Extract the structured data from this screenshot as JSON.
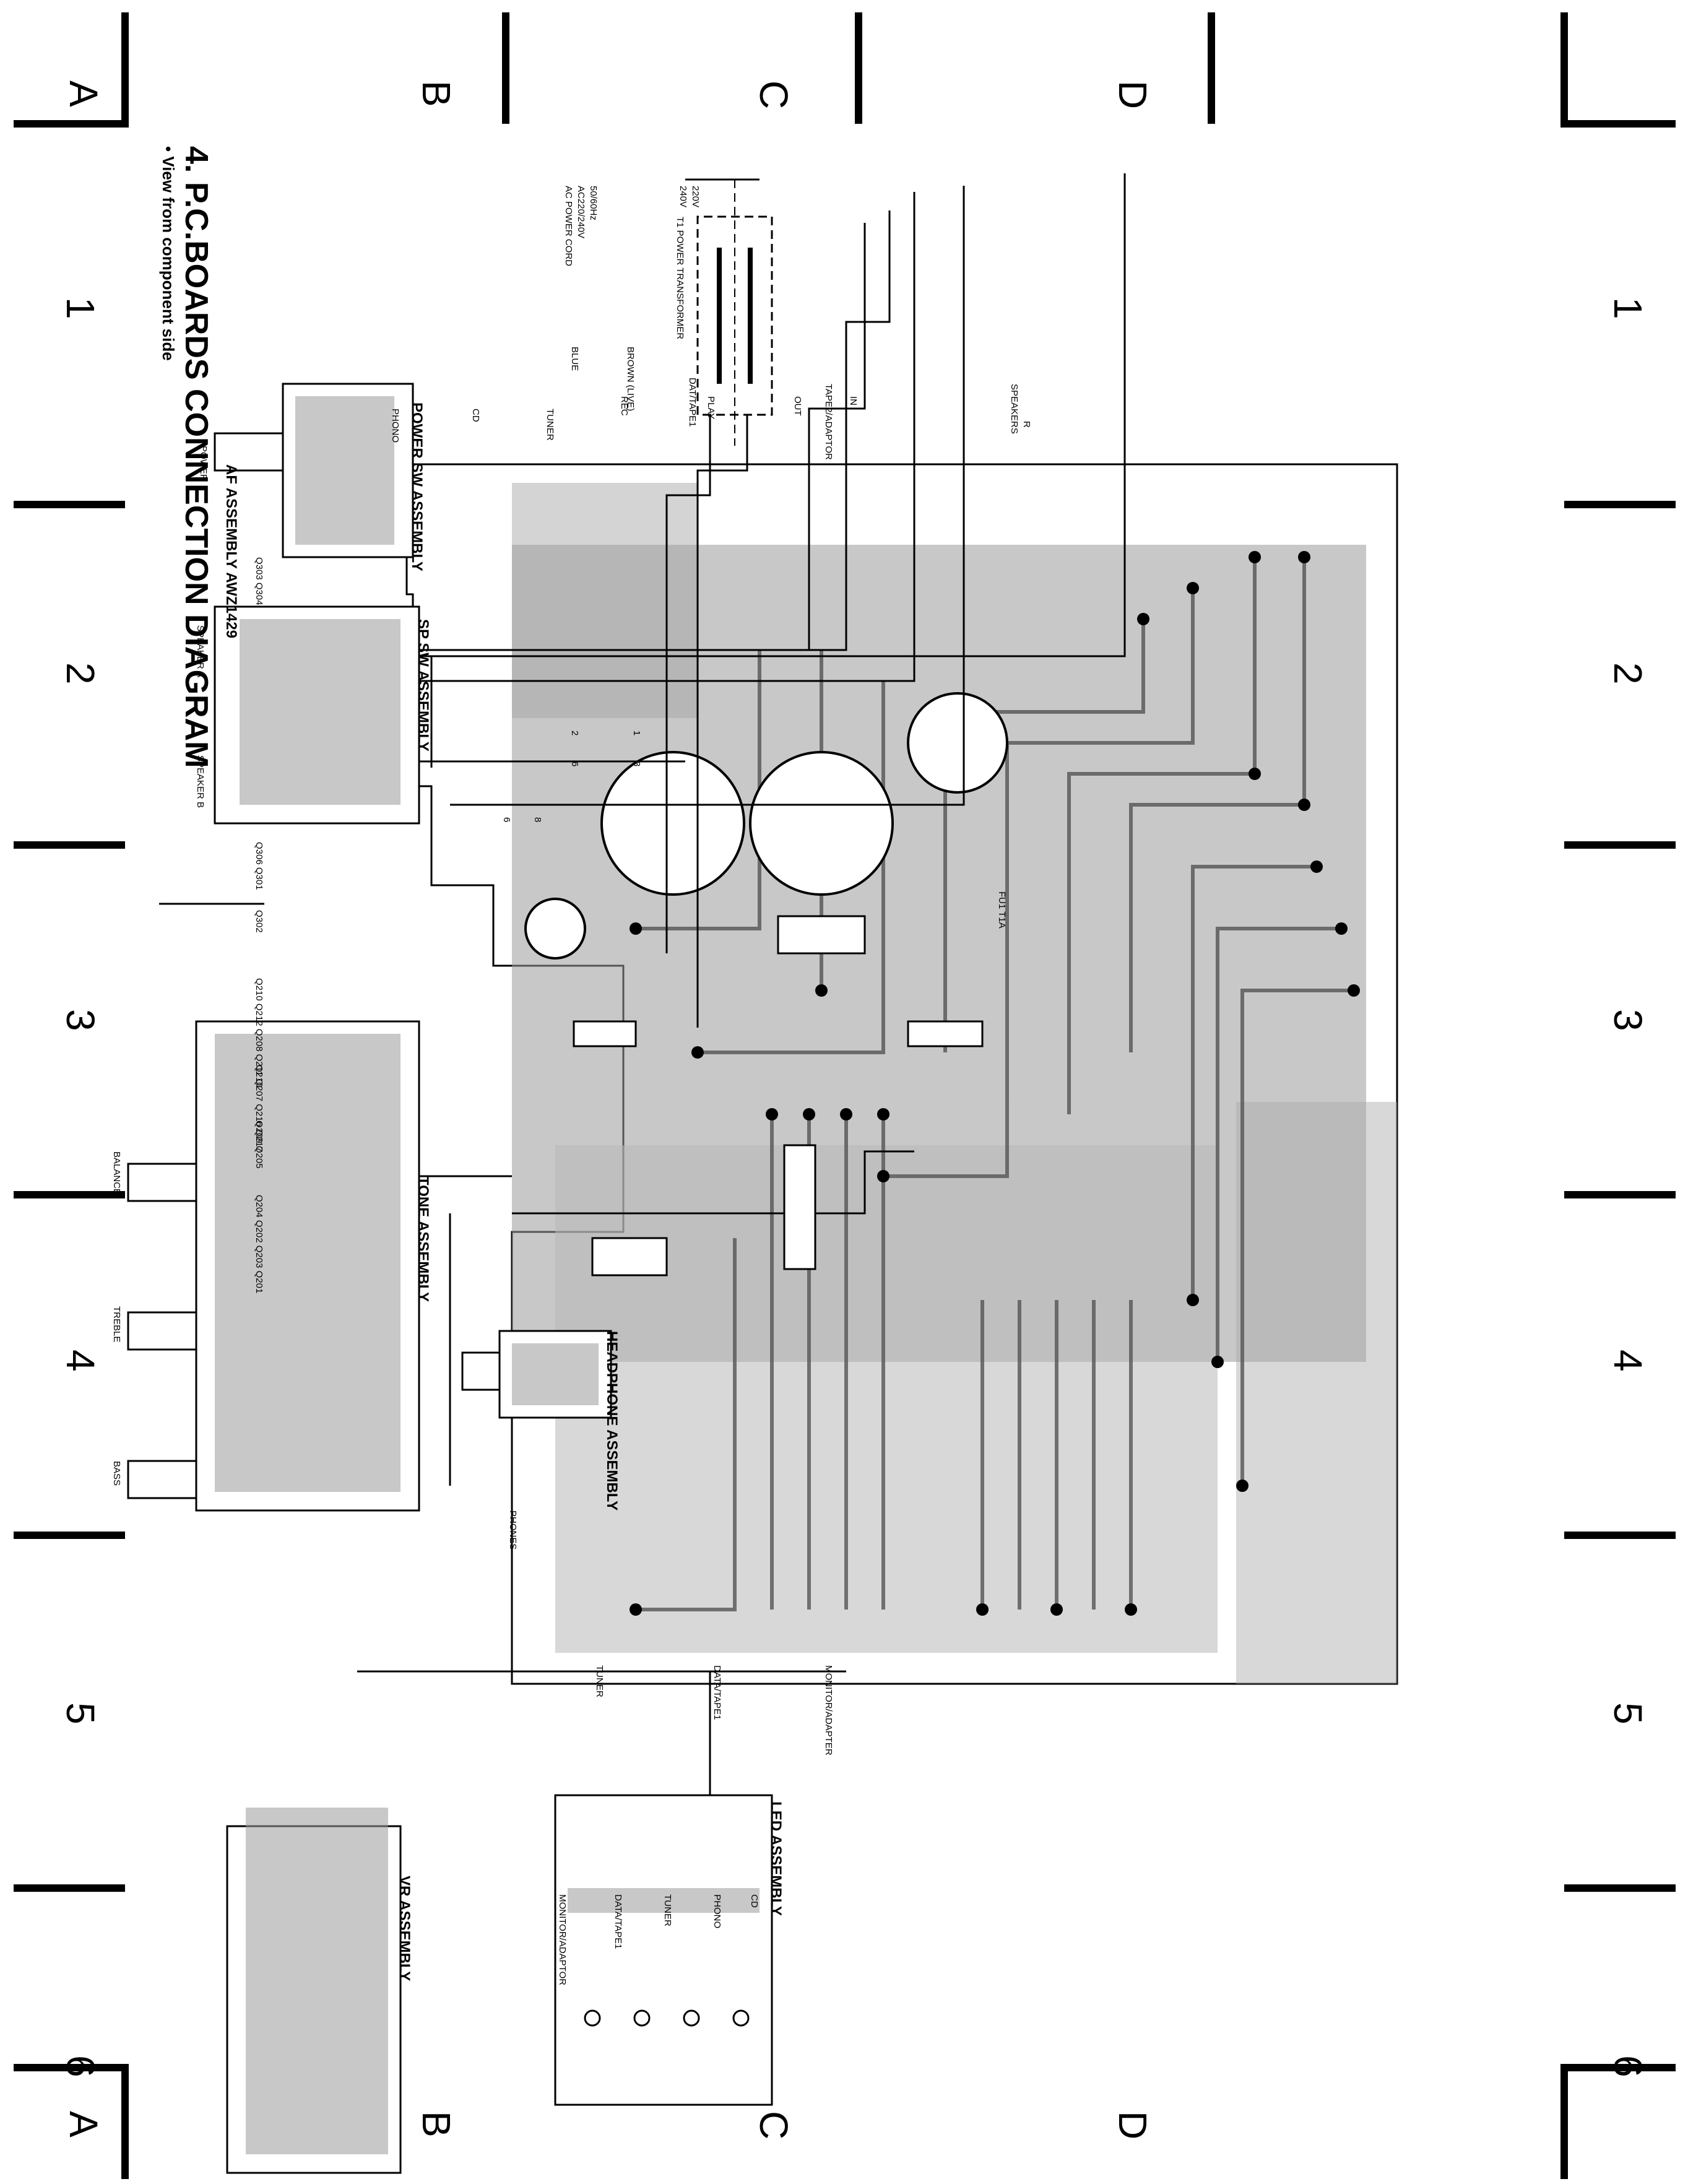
{
  "title": "4. P.C.BOARDS CONNECTION DIAGRAM",
  "subtitle": "• View from component side",
  "grid": {
    "columns": [
      "1",
      "2",
      "3",
      "4",
      "5",
      "6"
    ],
    "rows": [
      "A",
      "B",
      "C",
      "D"
    ]
  },
  "af_assembly": {
    "label": "AF ASSEMBLY  AWZ1429",
    "transistor_refs": [
      "Q303 Q304",
      "Q306 Q301",
      "Q302",
      "Q210 Q212 Q208 Q211 Q207 Q216 Q217",
      "Q210",
      "Q209 Q205",
      "Q204 Q202 Q203 Q201"
    ],
    "inputs": {
      "phono": "PHONO",
      "cd": "CD",
      "tuner": "TUNER",
      "dat_tape1": "DAT/TAPE1",
      "rec": "REC",
      "play": "PLAY",
      "tape2_adaptor": "TAPE2/ADAPTOR",
      "out": "OUT",
      "in": "IN",
      "speakers": "SPEAKERS",
      "r": "R"
    },
    "fuse": "FU1 T1A",
    "bottom_labels": [
      "MONITOR/ADAPTER",
      "DATA/TAPE1",
      "TUNER"
    ]
  },
  "power": {
    "transformer": "T1 POWER TRANSFORMER",
    "v240": "240V",
    "v220": "220V",
    "cord_lines": [
      "AC POWER CORD",
      "AC220/240V",
      "50/60Hz"
    ],
    "wire_brown": "BROWN (LIVE)",
    "wire_blue": "BLUE",
    "terminals": [
      "2",
      "6",
      "3",
      "1",
      "6",
      "8"
    ]
  },
  "assemblies": {
    "power_sw": {
      "title": "POWER SW ASSEMBLY",
      "knob": "POWER"
    },
    "sp_sw": {
      "title": "SP SW ASSEMBLY",
      "a": "SPEAKER A",
      "b": "SPEAKER B"
    },
    "tone": {
      "title": "TONE ASSEMBLY",
      "balance": "BALANCE",
      "treble": "TREBLE",
      "bass": "BASS"
    },
    "headphone": {
      "title": "HEADPHONE ASSEMBLY",
      "jack": "PHONES"
    },
    "led": {
      "title": "LED ASSEMBLY",
      "labels": [
        "MONITOR/ADAPTOR",
        "DATA/TAPE1",
        "TUNER",
        "PHONO",
        "CD"
      ]
    },
    "vr": {
      "title": "VR ASSEMBLY"
    }
  },
  "colors": {
    "ink": "#000000",
    "copper": "#8a8a8a",
    "board": "#ffffff"
  }
}
